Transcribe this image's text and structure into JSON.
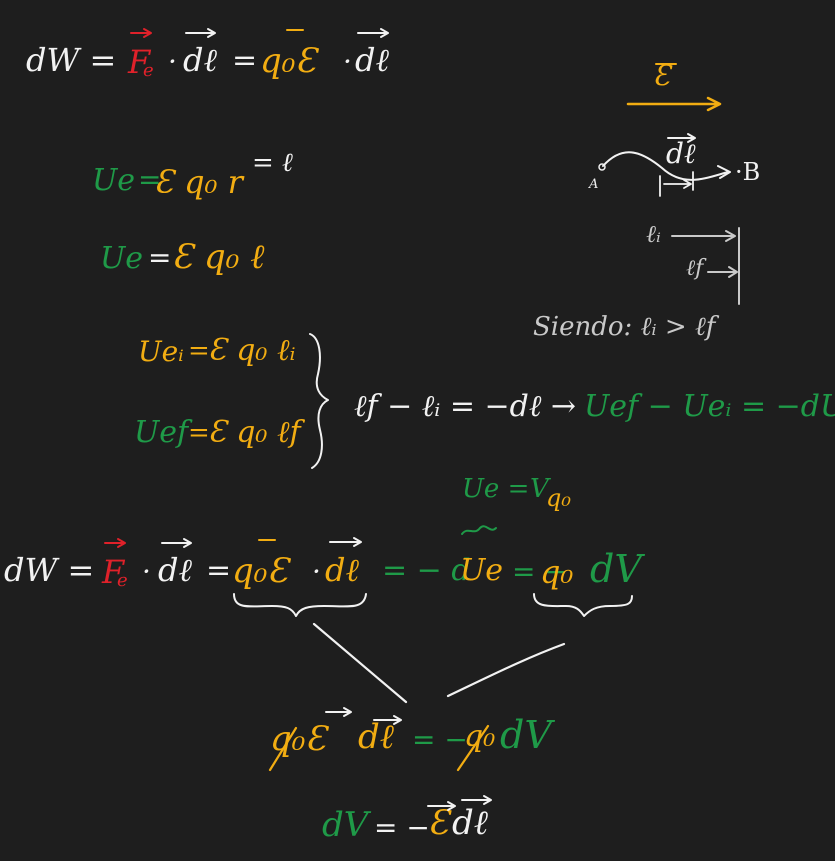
{
  "colors": {
    "background": "#1e1e1e",
    "white": "#f2f2f2",
    "red": "#e0212a",
    "yellow": "#f2ad12",
    "green": "#1f9a48"
  },
  "line1": {
    "dw": "dW =",
    "fe": "F",
    "fe_sub": "e",
    "dot1": "·",
    "dl1": "dℓ",
    "eq1": "=",
    "q0e": "q₀Ɛ",
    "dot2": "·",
    "dl2": "dℓ"
  },
  "diagram": {
    "e_label": "Ɛ",
    "dl_label": "dℓ",
    "a_label": "A",
    "b_label": "·B",
    "li_label": "ℓᵢ",
    "lf_label": "ℓf",
    "siendo": "Siendo: ℓᵢ > ℓf"
  },
  "ue1": {
    "ue": "Ue",
    "eq": "=",
    "rhs": "Ɛ q₀ r",
    "note": "= ℓ"
  },
  "ue2": {
    "ue": "Ue",
    "eq": "=",
    "rhs": "Ɛ q₀ ℓ"
  },
  "uei": {
    "ue": "Ueᵢ",
    "eq": "=",
    "rhs": "Ɛ q₀ ℓᵢ"
  },
  "uef": {
    "ue": "Uef",
    "eq": "=",
    "rhs": "Ɛ q₀ ℓf"
  },
  "diff": {
    "lhs": "ℓf − ℓᵢ = −dℓ →",
    "rhs": "Uef − Ueᵢ = −dUe"
  },
  "ueV": {
    "ue": "Ue =",
    "v": "V",
    "q0": "q₀"
  },
  "line2": {
    "dw": "dW =",
    "fe": "F",
    "fe_sub": "e",
    "dot1": "·",
    "dl1": "dℓ",
    "eq1": "=",
    "q0e": "q₀Ɛ",
    "dot2": "·",
    "dl2": "dℓ",
    "eq2": "= − d",
    "ue": "Ue",
    "eq3": "= −",
    "q0": "q₀",
    "dv": "dV"
  },
  "line3": {
    "q0e": "q₀Ɛ",
    "dl": "dℓ",
    "eq": "= −",
    "q0": "q₀",
    "dv": "dV"
  },
  "line4": {
    "dv": "dV",
    "eq": "= −",
    "e": "Ɛ",
    "dl": "dℓ"
  }
}
